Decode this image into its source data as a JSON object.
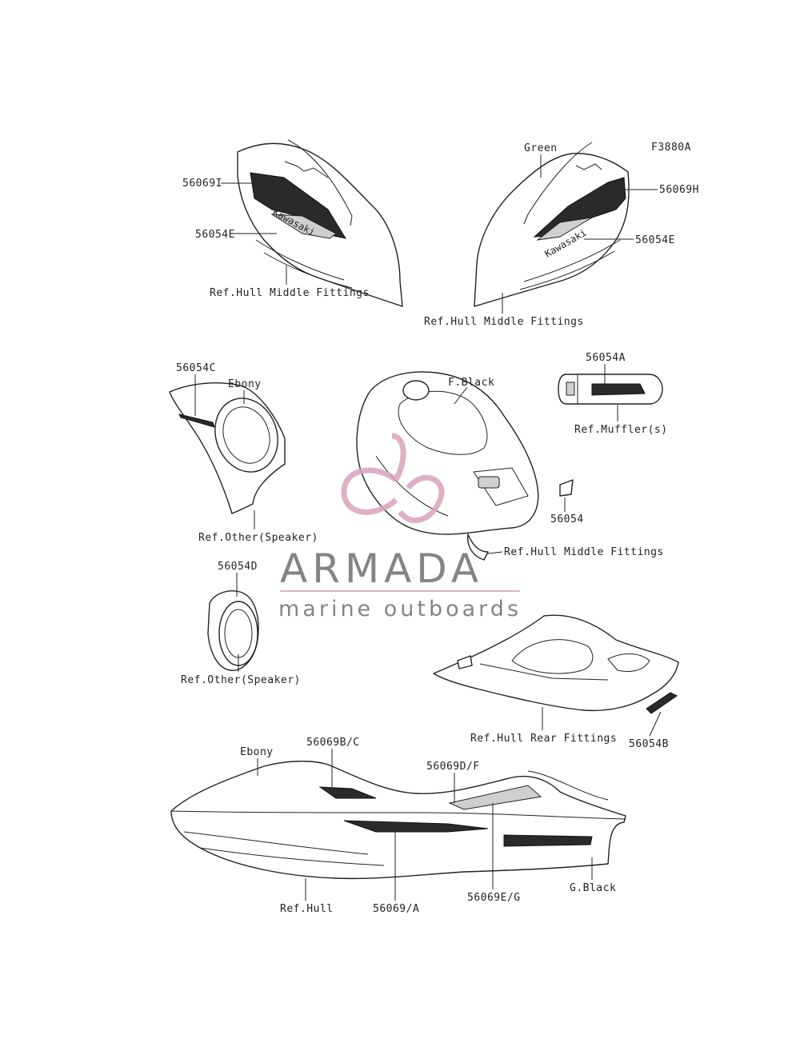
{
  "figure_code": "F3880A",
  "labels": {
    "l_56069I": "56069I",
    "l_56054E_left": "56054E",
    "l_ref_hmf_left": "Ref.Hull Middle Fittings",
    "l_green": "Green",
    "l_56069H": "56069H",
    "l_56054E_right": "56054E",
    "l_ref_hmf_right": "Ref.Hull Middle Fittings",
    "l_56054C": "56054C",
    "l_ebony_top": "Ebony",
    "l_ref_speaker_1": "Ref.Other(Speaker)",
    "l_fblack": "F.Black",
    "l_56054A": "56054A",
    "l_ref_muffler": "Ref.Muffler(s)",
    "l_56054": "56054",
    "l_ref_hmf_center": "Ref.Hull Middle Fittings",
    "l_56054D": "56054D",
    "l_ref_speaker_2": "Ref.Other(Speaker)",
    "l_ref_hrf": "Ref.Hull Rear Fittings",
    "l_56054B": "56054B",
    "l_ebony_bottom": "Ebony",
    "l_56069BC": "56069B/C",
    "l_56069DF": "56069D/F",
    "l_gblack": "G.Black",
    "l_ref_hull": "Ref.Hull",
    "l_56069A": "56069/A",
    "l_56069EG": "56069E/G"
  },
  "decal_text": {
    "kawasaki_left": "Kawasaki",
    "kawasaki_right": "Kawasaki"
  },
  "watermark": {
    "brand": "ARMADA",
    "tagline": "marine outboards",
    "color_brand": "#6f6f6f",
    "color_accent": "#d9a3bd"
  }
}
